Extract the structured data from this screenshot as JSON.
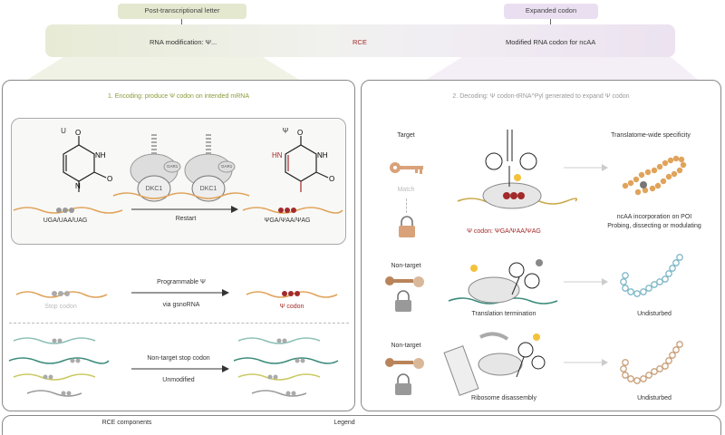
{
  "header": {
    "left_tag": "Post-transcriptional letter",
    "right_tag": "Expanded codon",
    "bar_left": "RNA modification: Ψ...",
    "bar_center": "RCE",
    "bar_right": "Modified RNA codon for ncAA"
  },
  "left_panel": {
    "title": "1. Encoding: produce Ψ codon on intended mRNA",
    "uridine_label": "U",
    "pseudo_label": "Ψ",
    "stop_codons": "UGA/UAA/UAG",
    "psi_codons": "ΨGA/ΨAA/ΨAG",
    "dkc1_a": "DKC1",
    "dkc1_b": "DKC1",
    "gar1_a": "GAR1",
    "gar1_b": "GAR1",
    "restart": "Restart",
    "programmable": "Programmable Ψ",
    "via_gsnorna": "via gsnoRNA",
    "stop_codon": "Stop codon",
    "psi_codon": "Ψ codon",
    "non_target_stop": "Non-target stop codon",
    "unmodified": "Unmodified"
  },
  "right_panel": {
    "title": "2. Decoding: Ψ codon-tRNA^Pyl generated to expand Ψ codon",
    "target": "Target",
    "match": "Match",
    "psi_codon_line": "Ψ codon: ΨGA/ΨAA/ΨAG",
    "translatome": "Translatome-wide specificity",
    "ncaa_line1": "ncAA incorporation on POI",
    "ncaa_line2": "Probing, dissecting or modulating",
    "non_target_1": "Non-target",
    "translation_termination": "Translation termination",
    "undisturbed_1": "Undisturbed",
    "non_target_2": "Non-target",
    "ribosome_disassembly": "Ribosome disassembly",
    "undisturbed_2": "Undisturbed"
  },
  "bottom": {
    "rce_components": "RCE components",
    "legend": "Legend"
  },
  "colors": {
    "left_accent": "#e6ead3",
    "right_accent": "#ece3ef",
    "psi_red": "#a32a2a",
    "bead_orange": "#e0a35a",
    "bead_blue": "#9ccbd8",
    "bead_tan": "#d9b89a",
    "title_green": "#8a9a3a",
    "title_gray": "#999999"
  }
}
